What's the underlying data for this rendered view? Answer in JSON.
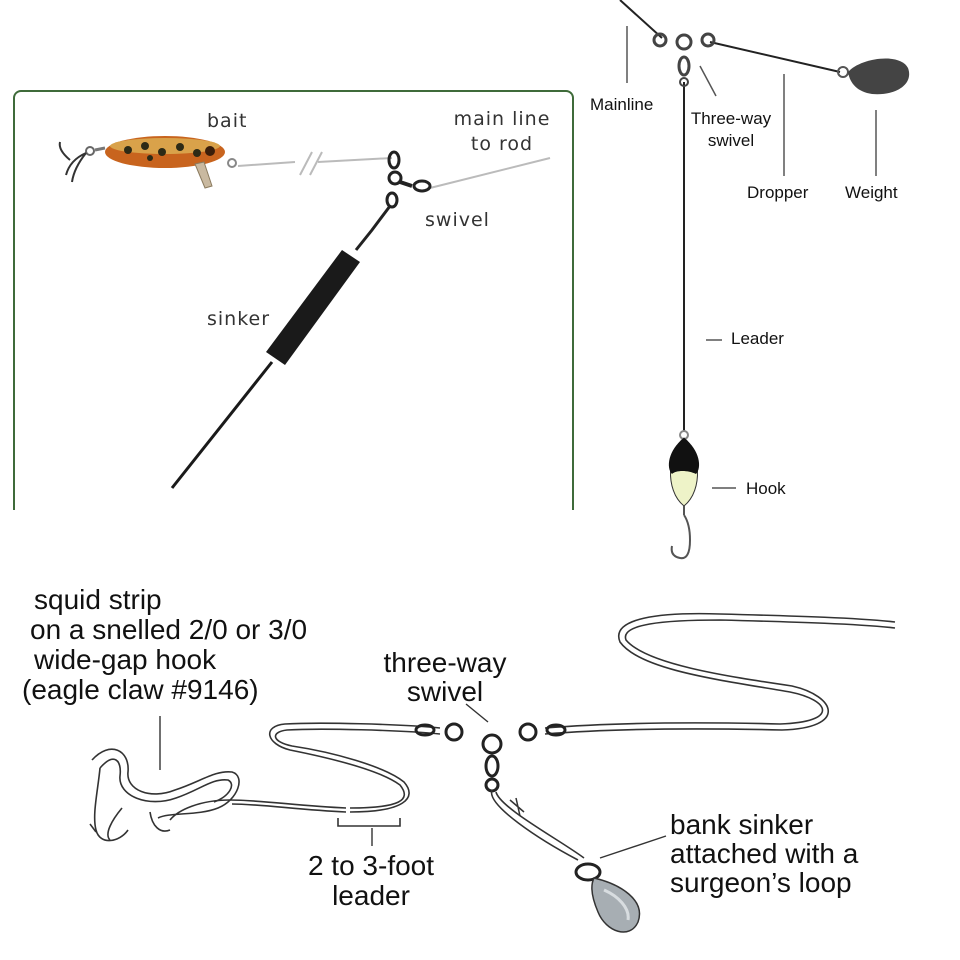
{
  "diagram1": {
    "bait": "bait",
    "main_line_1": "main line",
    "main_line_2": "to rod",
    "swivel": "swivel",
    "sinker": "sinker"
  },
  "diagram2": {
    "mainline": "Mainline",
    "three_way_1": "Three-way",
    "three_way_2": "swivel",
    "dropper": "Dropper",
    "weight": "Weight",
    "leader": "Leader",
    "hook": "Hook"
  },
  "diagram3": {
    "squid_1": "squid strip",
    "squid_2": "on a snelled 2/0 or 3/0",
    "squid_3": "wide-gap hook",
    "squid_4": "(eagle claw #9146)",
    "three_way_1": "three-way",
    "three_way_2": "swivel",
    "leader_1": "2 to 3-foot",
    "leader_2": "leader",
    "bank_1": "bank sinker",
    "bank_2": "attached with a",
    "bank_3": "surgeon’s loop"
  },
  "colors": {
    "panel_border": "#3f6b3a",
    "lure_body": "#c8641e",
    "sinker": "#1a1a1a",
    "weight": "#444444"
  }
}
